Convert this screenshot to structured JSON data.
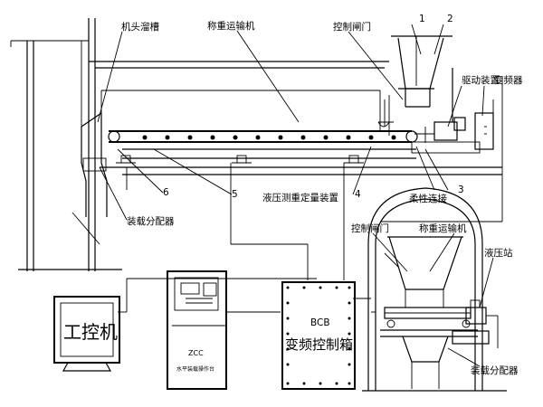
{
  "labels": {
    "head_chute": "机头溜槽",
    "weighing_conveyor_top": "称重运输机",
    "control_gate_top": "控制闸门",
    "num_1": "1",
    "num_2": "2",
    "drive_unit": "驱动装置",
    "inverter": "变频器",
    "flexible_connection": "柔性连接",
    "num_3": "3",
    "num_4": "4",
    "num_5": "5",
    "num_6": "6",
    "hydraulic_positioning": "液压测重定量装置",
    "loading_distributor_left": "装载分配器",
    "control_gate_bottom": "控制闸门",
    "weighing_conveyor_bottom": "称重运输机",
    "hydraulic_station": "液压站",
    "loading_distributor_bottom": "装载分配器",
    "ipc": "工控机",
    "zcc": "ZCC",
    "zcc_sub": "水平装载操作台",
    "bcb": "BCB",
    "inverter_box": "变频控制箱"
  }
}
